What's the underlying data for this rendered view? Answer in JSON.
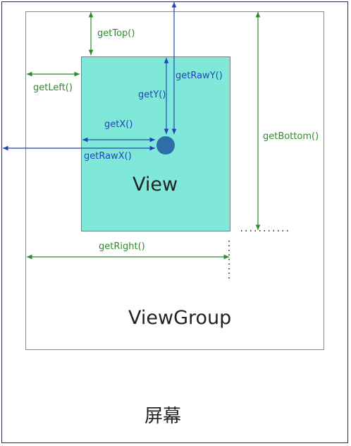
{
  "colors": {
    "view_fill": "#7fe8d8",
    "touch_point": "#2c6fa6",
    "green": "#2e8a2e",
    "blue": "#2244bb"
  },
  "labels": {
    "screen": "屏幕",
    "viewgroup": "ViewGroup",
    "view": "View",
    "get_top": "getTop()",
    "get_left": "getLeft()",
    "get_right": "getRight()",
    "get_bottom": "getBottom()",
    "get_x": "getX()",
    "get_y": "getY()",
    "get_raw_x": "getRawX()",
    "get_raw_y": "getRawY()"
  }
}
